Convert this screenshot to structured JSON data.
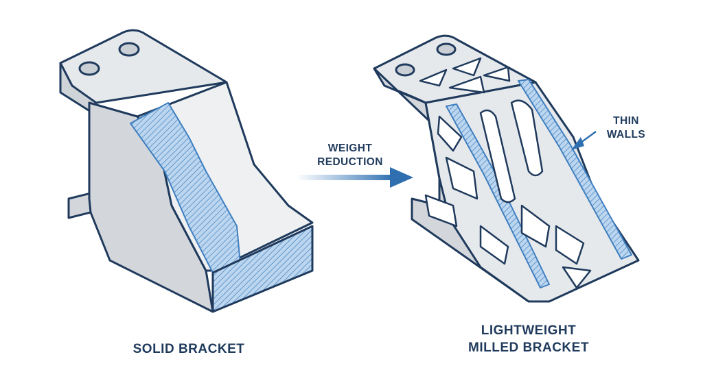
{
  "captions": {
    "solid_bracket": "SOLID BRACKET",
    "lightweight_line1": "LIGHTWEIGHT",
    "lightweight_line2": "MILLED BRACKET"
  },
  "callouts": {
    "arrow_line1": "WEIGHT",
    "arrow_line2": "REDUCTION",
    "walls_line1": "THIN",
    "walls_line2": "WALLS"
  },
  "colors": {
    "outline": "#1f3a5c",
    "accent_blue": "#3f7fc0",
    "section_blue": "#bcd6ef",
    "metal_light": "#e6e9ec",
    "metal_mid": "#d3d7dc",
    "metal_dark": "#bfc5cb"
  }
}
